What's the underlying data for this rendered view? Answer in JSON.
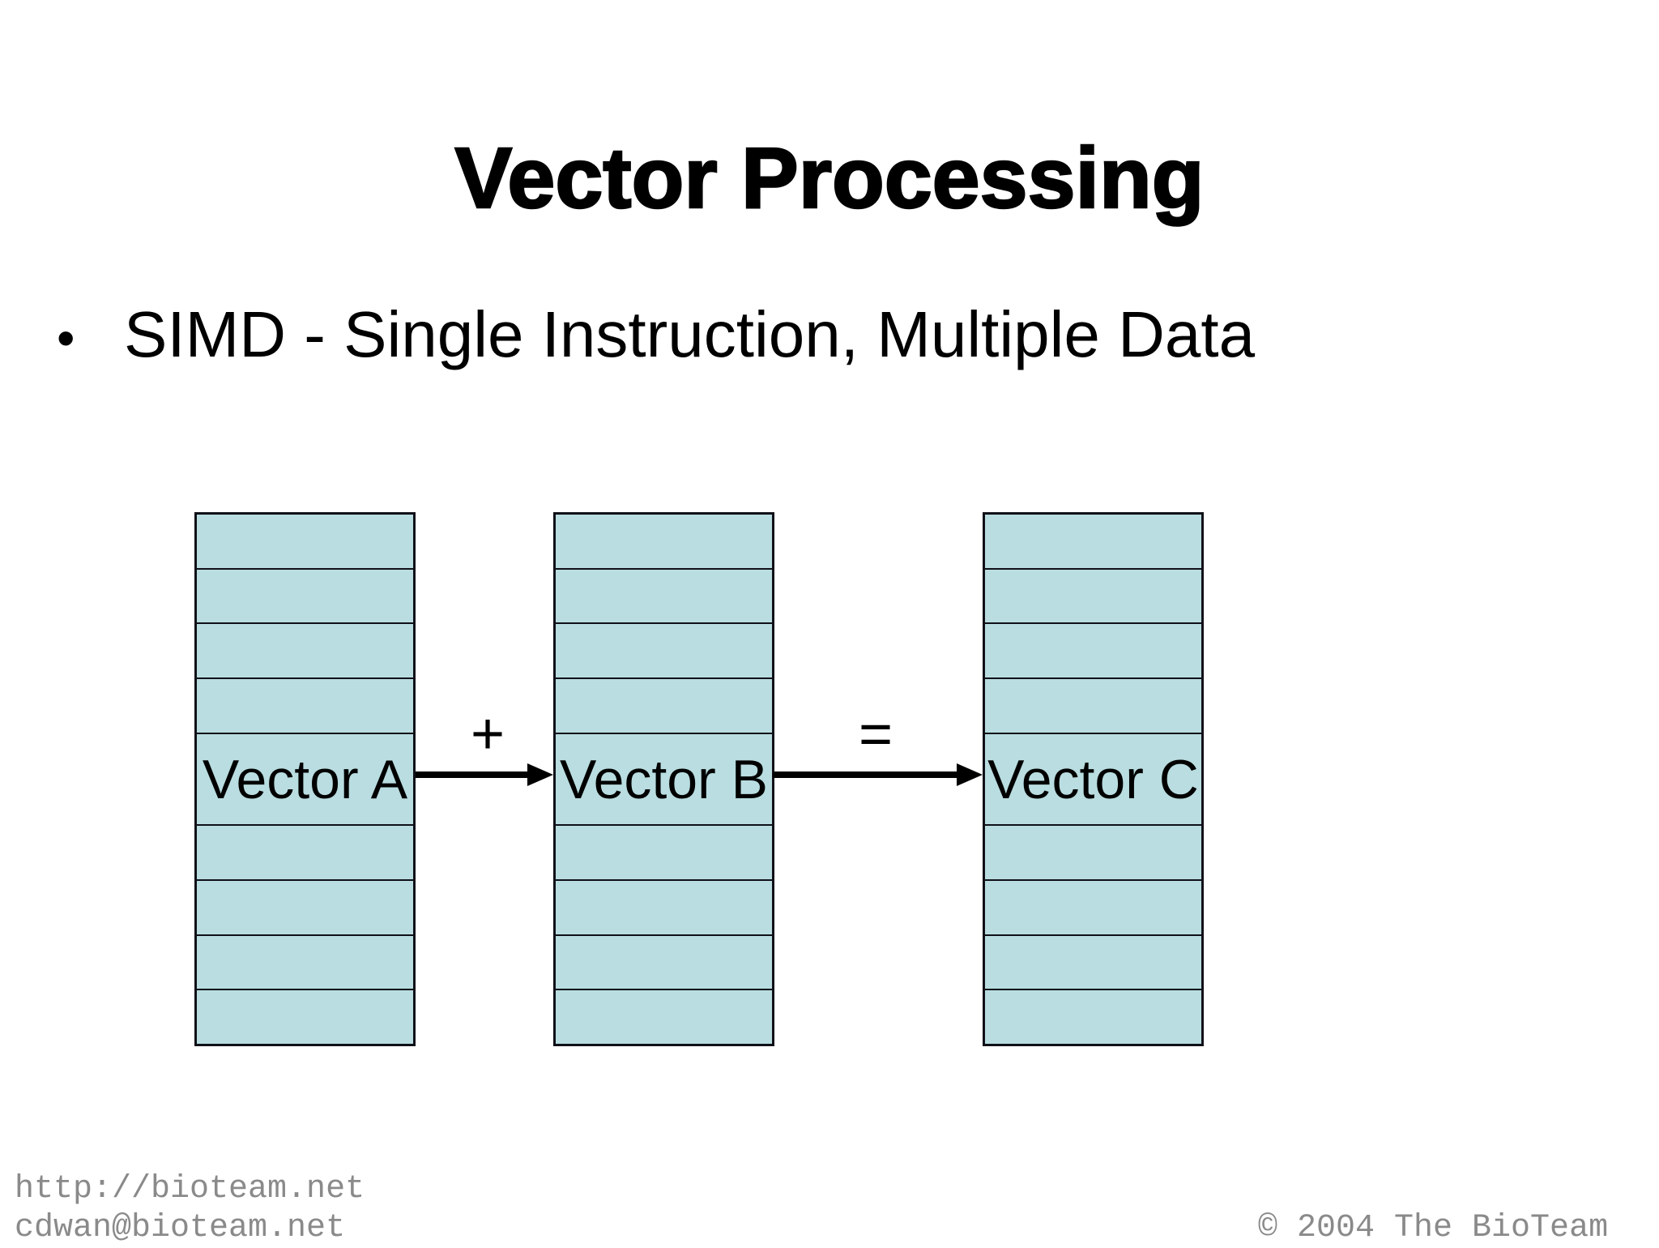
{
  "slide": {
    "title": "Vector Processing",
    "bullet": {
      "marker": "•",
      "text": "SIMD - Single Instruction, Multiple Data"
    },
    "diagram": {
      "vectors": [
        {
          "label": "Vector A",
          "rows_above": 4,
          "rows_below": 4
        },
        {
          "label": "Vector B",
          "rows_above": 4,
          "rows_below": 4
        },
        {
          "label": "Vector C",
          "rows_above": 4,
          "rows_below": 4
        }
      ],
      "operators": [
        {
          "symbol": "+"
        },
        {
          "symbol": "="
        }
      ],
      "cell_color": "#B9DDE0",
      "border_color": "#101018",
      "arrow_color": "#000000"
    },
    "footer": {
      "left_line1": "http://bioteam.net",
      "left_line2": "cdwan@bioteam.net",
      "right": "© 2004 The BioTeam",
      "text_color": "#8a8a8a"
    }
  }
}
